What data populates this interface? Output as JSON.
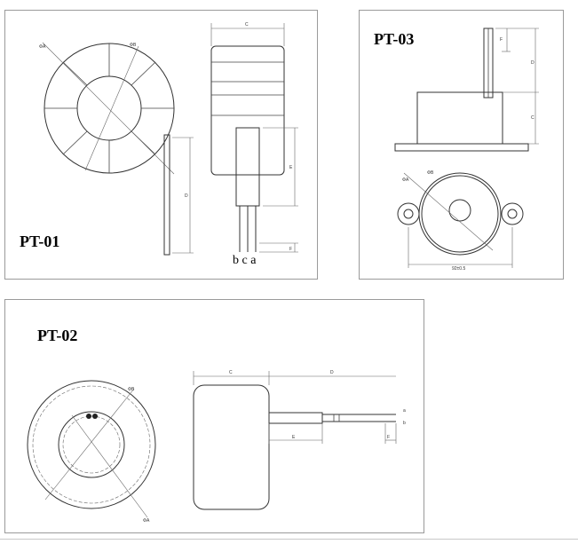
{
  "panels": {
    "pt01": {
      "title": "PT-01",
      "lead_letters": "b c a",
      "dim_labels": {
        "d1": "ΦA",
        "d2": "ΦB",
        "width": "C",
        "lead": "D",
        "gap": "E",
        "strip": "F"
      }
    },
    "pt03": {
      "title": "PT-03",
      "dim_labels": {
        "d1": "ΦA",
        "d2": "ΦB",
        "body": "C",
        "lead": "D",
        "top": "F",
        "pitch": "92±0.5"
      }
    },
    "pt02": {
      "title": "PT-02",
      "dim_labels": {
        "d1": "ΦA",
        "d2": "ΦB",
        "width": "C",
        "lead": "D",
        "gap": "E",
        "strip": "F",
        "lead_a": "a",
        "lead_b": "b"
      }
    }
  }
}
